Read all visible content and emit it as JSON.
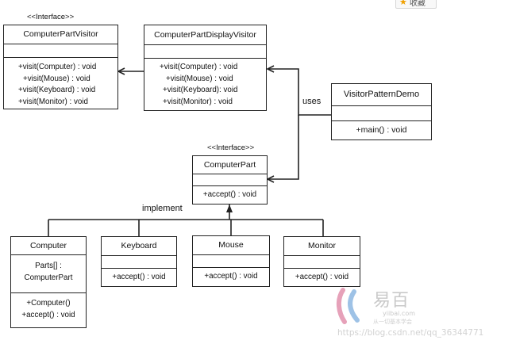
{
  "top_button": {
    "label": "收藏",
    "icon": "star-icon"
  },
  "classes": {
    "computer_part_visitor": {
      "stereotype": "<<Interface>>",
      "name": "ComputerPartVisitor",
      "operations": [
        "+visit(Computer)   : void",
        "+visit(Mouse)   : void",
        "+visit(Keyboard)   : void",
        "+visit(Monitor)   : void"
      ]
    },
    "computer_part_display_visitor": {
      "name": "ComputerPartDisplayVisitor",
      "operations": [
        "+visit(Computer)   : void",
        "+visit(Mouse)   : void",
        "+visit(Keyboard):   void",
        "+visit(Monitor)   : void"
      ]
    },
    "visitor_pattern_demo": {
      "name": "VisitorPatternDemo",
      "operations": [
        "+main() : void"
      ]
    },
    "computer_part": {
      "stereotype": "<<Interface>>",
      "name": "ComputerPart",
      "operations": [
        "+accept() : void"
      ]
    },
    "computer": {
      "name": "Computer",
      "attributes": [
        "Parts[] :",
        "ComputerPart"
      ],
      "operations": [
        "+Computer()",
        "+accept() : void"
      ]
    },
    "keyboard": {
      "name": "Keyboard",
      "operations": [
        "+accept() : void"
      ]
    },
    "mouse": {
      "name": "Mouse",
      "operations": [
        "+accept() : void"
      ]
    },
    "monitor": {
      "name": "Monitor",
      "operations": [
        "+accept() : void"
      ]
    }
  },
  "labels": {
    "uses": "uses",
    "implement": "implement"
  },
  "watermark": {
    "brand": "易百",
    "site": "yiibai.com",
    "slogan": "从一切基本学会",
    "url": "https://blog.csdn.net/qq_36344771"
  },
  "colors": {
    "line": "#222222",
    "watermark_pink": "#e6a1b9",
    "watermark_blue": "#9ec2e6",
    "watermark_text": "#c9c9c9"
  }
}
